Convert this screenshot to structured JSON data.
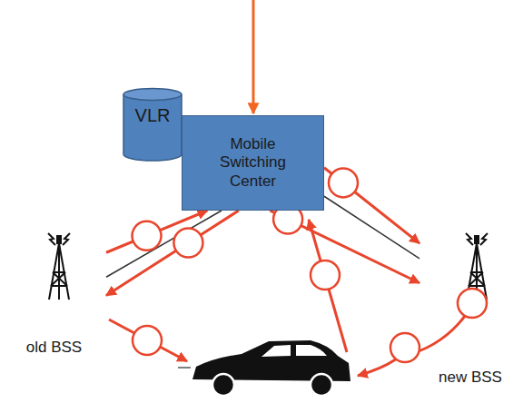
{
  "diagram": {
    "nodes": [
      {
        "text": [
          "VLR"
        ]
      },
      {
        "text": [
          "Mobile Switching Center"
        ]
      },
      {
        "text": [
          "old BSS"
        ]
      },
      {
        "text": [
          "new BSS"
        ]
      }
    ],
    "edges": [
      {
        "from": 1,
        "to": 2,
        "arrow": "none"
      },
      {
        "from": 1,
        "to": 3,
        "arrow": "none"
      },
      {
        "from": 2,
        "to": 1,
        "arrow": "to"
      },
      {
        "from": 1,
        "to": 2,
        "arrow": "to"
      },
      {
        "from": 1,
        "to": 3,
        "arrow": "to"
      },
      {
        "from": 1,
        "to": 3,
        "arrow": "to"
      }
    ]
  }
}
